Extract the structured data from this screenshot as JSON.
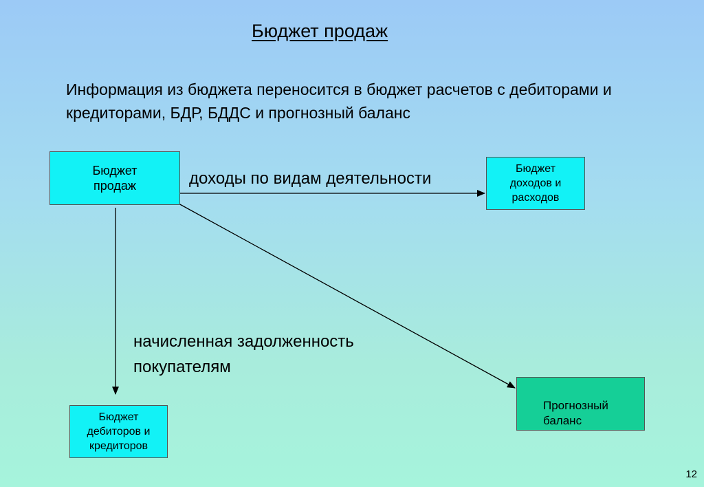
{
  "title": "Бюджет продаж",
  "intro": "Информация из бюджета переносится в бюджет расчетов с дебиторами и кредиторами, БДР, БДДС и прогнозный баланс",
  "boxes": {
    "sales_line1": "Бюджет",
    "sales_line2": "продаж",
    "pl_line1": "Бюджет",
    "pl_line2": "доходов и",
    "pl_line3": "расходов",
    "debtors_line1": "Бюджет",
    "debtors_line2": "дебиторов и",
    "debtors_line3": "кредиторов",
    "forecast_line1": "Прогнозный",
    "forecast_line2": "баланс"
  },
  "labels": {
    "income": "доходы по видам деятельности",
    "debt_line1": "начисленная задолженность",
    "debt_line2": "покупателям"
  },
  "page_number": "12",
  "colors": {
    "box_cyan": "#12f2f6",
    "box_green": "#15cf97"
  }
}
